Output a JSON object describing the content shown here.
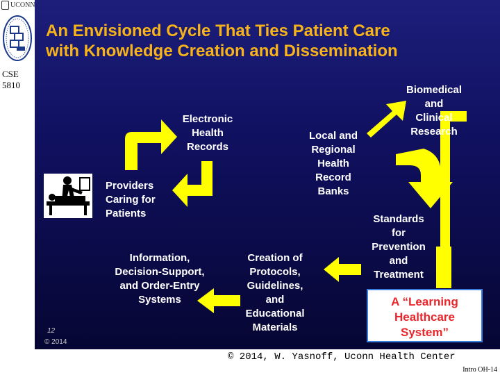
{
  "header": {
    "org": "UCONN",
    "course": "CSE\n5810"
  },
  "slide": {
    "title_line1": "An Envisioned Cycle That Ties Patient Care",
    "title_line2": "with Knowledge Creation and Dissemination",
    "labels": {
      "ehr": "Electronic\nHealth\nRecords",
      "biomedical": "Biomedical\nand\nClinical\nResearch",
      "local": "Local and\nRegional\nHealth\nRecord\nBanks",
      "providers": "Providers\nCaring for\nPatients",
      "standards": "Standards\nfor\nPrevention\nand\nTreatment",
      "info": "Information,\nDecision-Support,\nand Order-Entry\nSystems",
      "creation": "Creation of\nProtocols,\nGuidelines,\nand\nEducational\nMaterials"
    },
    "callout": "A “Learning\nHealthcare\nSystem”",
    "page_number": "12",
    "copyright": "© 2014"
  },
  "footer": {
    "credit": "© 2014, W. Yasnoff, Uconn Health Center",
    "slide_id": "Intro OH-14"
  },
  "colors": {
    "title": "#f7b319",
    "arrows": "#ffff00",
    "callout_text": "#e8262b",
    "callout_border": "#3a7fe0",
    "background": "#101060"
  },
  "icons": {
    "logo": "uconn-computer-logo",
    "clinician": "doctor-examining-patient-icon"
  }
}
